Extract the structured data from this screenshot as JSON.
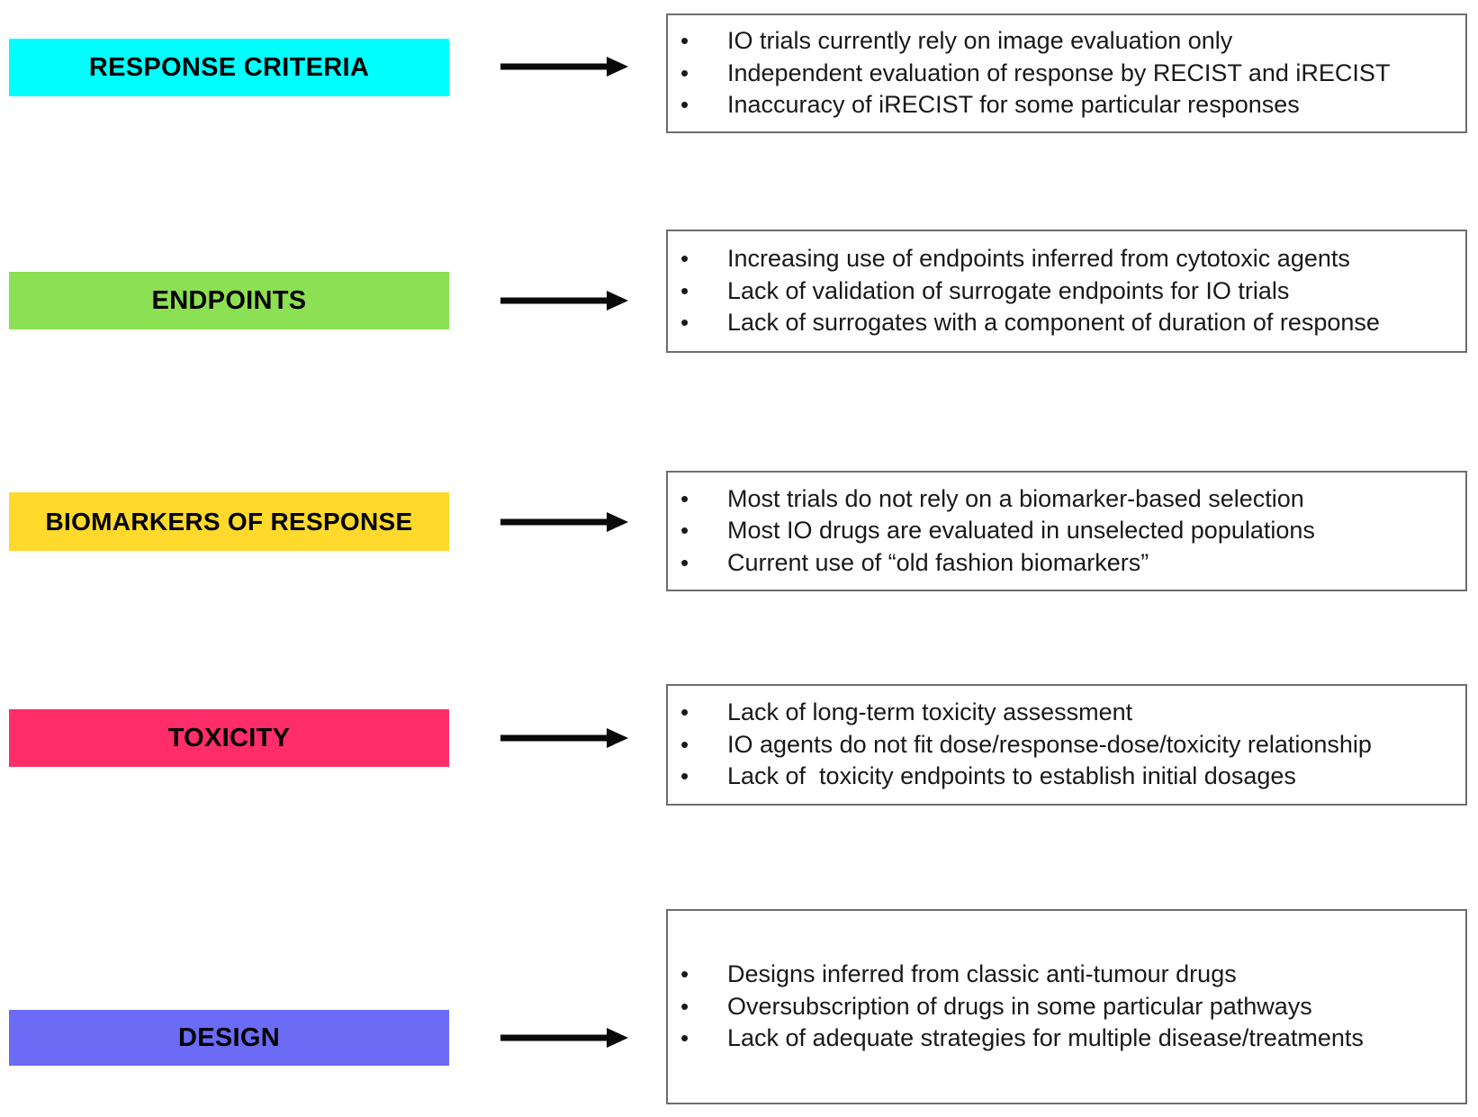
{
  "diagram": {
    "type": "category-to-bullets flow diagram",
    "arrow_icon": "right-arrow-icon",
    "bullet_glyph": "•",
    "box_border_color": "#6d6d6d",
    "background_color": "#ffffff",
    "rows": [
      {
        "id": "response-criteria",
        "label": "RESPONSE CRITERIA",
        "color": "#00FFFF",
        "bullets": [
          "IO trials currently rely on image evaluation only",
          "Independent evaluation of response by RECIST and iRECIST",
          "Inaccuracy of iRECIST for some particular responses"
        ]
      },
      {
        "id": "endpoints",
        "label": "ENDPOINTS",
        "color": "#8CE053",
        "bullets": [
          "Increasing use of endpoints inferred from cytotoxic agents",
          "Lack of validation of surrogate endpoints for IO trials",
          "Lack of surrogates with a component of duration of response"
        ]
      },
      {
        "id": "biomarkers-of-response",
        "label": "BIOMARKERS OF RESPONSE",
        "color": "#FFD92B",
        "bullets": [
          "Most trials do not rely on a biomarker-based selection",
          "Most IO drugs are evaluated in unselected populations",
          "Current use of “old fashion biomarkers”"
        ]
      },
      {
        "id": "toxicity",
        "label": "TOXICITY",
        "color": "#FF2D68",
        "bullets": [
          "Lack of long-term toxicity assessment",
          "IO agents do not fit dose/response-dose/toxicity relationship",
          "Lack of  toxicity endpoints to establish initial dosages"
        ]
      },
      {
        "id": "design",
        "label": "DESIGN",
        "color": "#6B6BF5",
        "bullets": [
          "Designs inferred from classic anti-tumour drugs",
          "Oversubscription of drugs in some particular pathways",
          "Lack of adequate strategies for multiple disease/treatments"
        ]
      }
    ]
  }
}
